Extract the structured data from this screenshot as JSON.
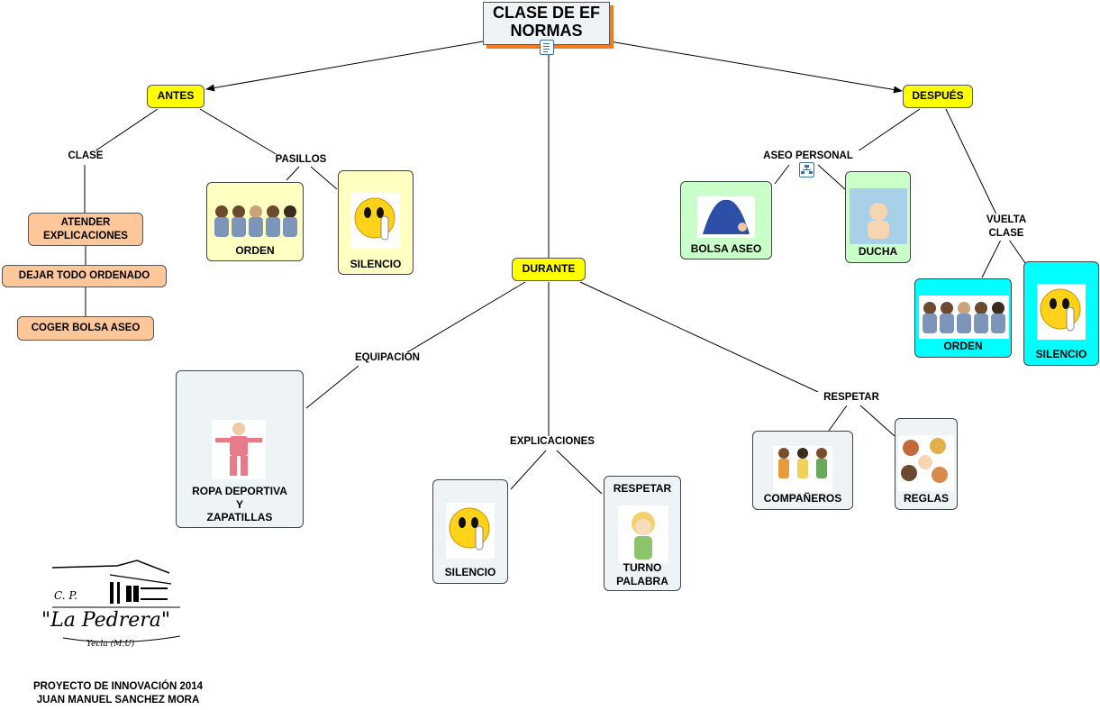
{
  "title": {
    "line1": "CLASE DE EF",
    "line2": "NORMAS"
  },
  "antes": "ANTES",
  "durante": "DURANTE",
  "despues": "DESPUÉS",
  "clase_label": "CLASE",
  "pasillos_label": "PASILLOS",
  "clase_items": [
    "ATENDER EXPLICACIONES",
    "DEJAR TODO ORDENADO",
    "COGER BOLSA ASEO"
  ],
  "pasillos_cards": [
    "ORDEN",
    "SILENCIO"
  ],
  "aseo_label": "ASEO PERSONAL",
  "aseo_cards": [
    "BOLSA ASEO",
    "DUCHA"
  ],
  "vuelta_label": "VUELTA CLASE",
  "vuelta_cards": [
    "ORDEN",
    "SILENCIO"
  ],
  "equipacion_label": "EQUIPACIÓN",
  "ropa_card": [
    "ROPA DEPORTIVA",
    "Y",
    "ZAPATILLAS"
  ],
  "explicaciones_label": "EXPLICACIONES",
  "explicaciones_cards": {
    "silencio": "SILENCIO",
    "respetar": "RESPETAR",
    "turno": [
      "TURNO",
      "PALABRA"
    ]
  },
  "respetar_label": "RESPETAR",
  "respetar_cards": [
    "COMPAÑEROS",
    "REGLAS"
  ],
  "logo": {
    "cp": "C. P.",
    "name": "\"La Pedrera\"",
    "town": "Yecla (M.U)"
  },
  "footer": [
    "PROYECTO DE INNOVACIÓN 2014",
    "JUAN MANUEL SANCHEZ MORA"
  ],
  "icons": [
    "note-icon",
    "tree-icon"
  ]
}
